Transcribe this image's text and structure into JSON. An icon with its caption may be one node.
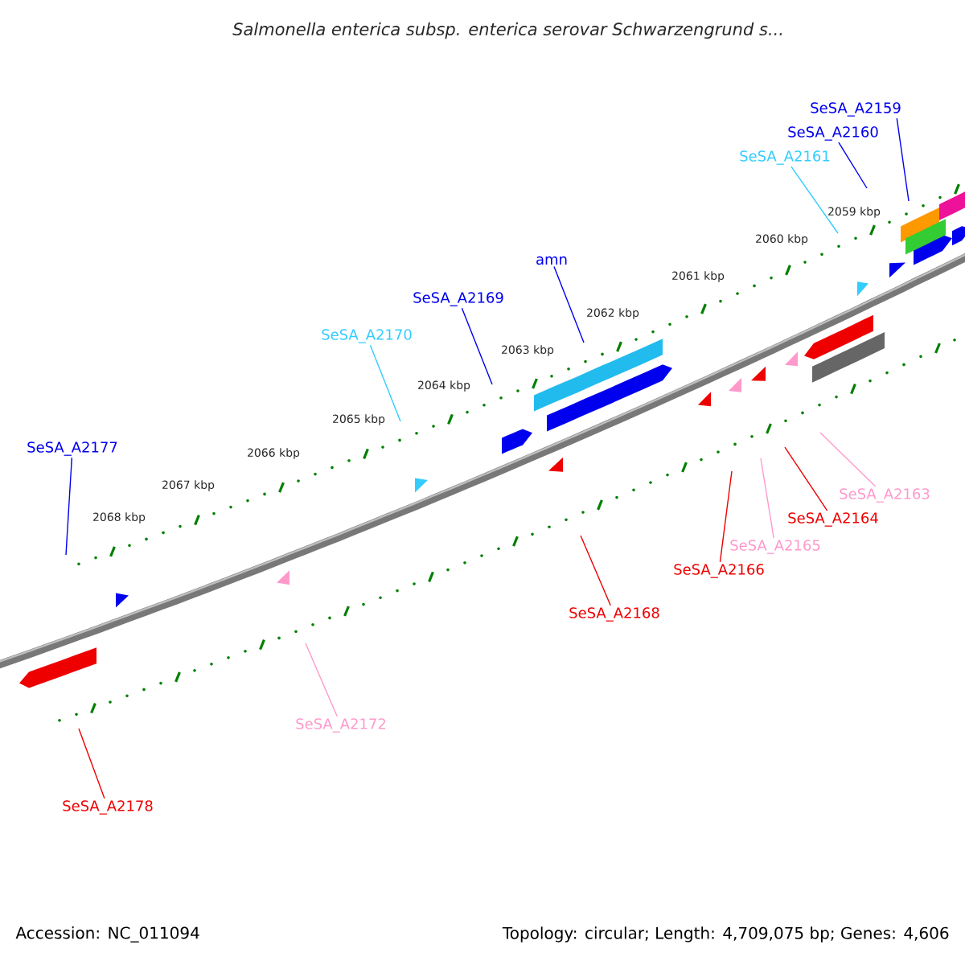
{
  "diagram": {
    "title": "Salmonella enterica subsp. enterica serovar Schwarzengrund s...",
    "nodes": [
      {
        "text": [
          "SeSA_A2159"
        ]
      },
      {
        "text": [
          "SeSA_A2160"
        ]
      },
      {
        "text": [
          "SeSA_A2161"
        ]
      },
      {
        "text": [
          "amn"
        ]
      },
      {
        "text": [
          "SeSA_A2169"
        ]
      },
      {
        "text": [
          "SeSA_A2170"
        ]
      },
      {
        "text": [
          "SeSA_A2177"
        ]
      },
      {
        "text": [
          "SeSA_A2163"
        ]
      },
      {
        "text": [
          "SeSA_A2164"
        ]
      },
      {
        "text": [
          "SeSA_A2165"
        ]
      },
      {
        "text": [
          "SeSA_A2166"
        ]
      },
      {
        "text": [
          "SeSA_A2168"
        ]
      },
      {
        "text": [
          "SeSA_A2172"
        ]
      },
      {
        "text": [
          "SeSA_A2178"
        ]
      }
    ],
    "edges": [
      {
        "from": 0,
        "to": null,
        "arrow": "none",
        "color": "#0000ee"
      },
      {
        "from": 1,
        "to": null,
        "arrow": "none",
        "color": "#0000ee"
      },
      {
        "from": 2,
        "to": null,
        "arrow": "none",
        "color": "#33ccff"
      },
      {
        "from": 3,
        "to": null,
        "arrow": "none",
        "color": "#0000ee"
      },
      {
        "from": 4,
        "to": null,
        "arrow": "none",
        "color": "#0000ee"
      },
      {
        "from": 5,
        "to": null,
        "arrow": "none",
        "color": "#33ccff"
      },
      {
        "from": 6,
        "to": null,
        "arrow": "none",
        "color": "#0000ee"
      },
      {
        "from": 7,
        "to": null,
        "arrow": "none",
        "color": "#ff99cc"
      },
      {
        "from": 8,
        "to": null,
        "arrow": "none",
        "color": "#ee0000"
      },
      {
        "from": 9,
        "to": null,
        "arrow": "none",
        "color": "#ff99cc"
      },
      {
        "from": 10,
        "to": null,
        "arrow": "none",
        "color": "#ee0000"
      },
      {
        "from": 11,
        "to": null,
        "arrow": "none",
        "color": "#ee0000"
      },
      {
        "from": 12,
        "to": null,
        "arrow": "none",
        "color": "#ff99cc"
      },
      {
        "from": 13,
        "to": null,
        "arrow": "none",
        "color": "#ee0000"
      }
    ],
    "labels": [
      "2059 kbp",
      "2060 kbp",
      "2061 kbp",
      "2062 kbp",
      "2063 kbp",
      "2064 kbp",
      "2065 kbp",
      "2066 kbp",
      "2067 kbp",
      "2068 kbp",
      "Accession: NC_011094",
      "Topology: circular; Length: 4,709,075 bp; Genes: 4,606"
    ]
  }
}
